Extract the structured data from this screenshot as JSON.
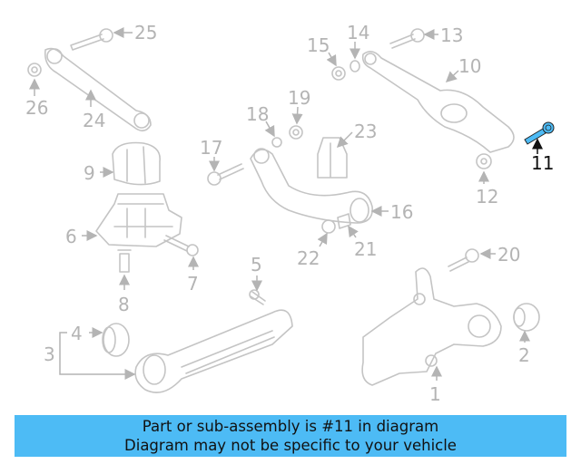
{
  "diagram": {
    "highlighted_part": "11",
    "highlight_color": "#4dbbf5",
    "callouts": [
      "1",
      "2",
      "3",
      "4",
      "5",
      "6",
      "7",
      "8",
      "9",
      "10",
      "11",
      "12",
      "13",
      "14",
      "15",
      "16",
      "17",
      "18",
      "19",
      "20",
      "21",
      "22",
      "23",
      "24",
      "25",
      "26"
    ]
  },
  "banner": {
    "line1": "Part or sub-assembly is #11 in diagram",
    "line2": "Diagram may not be specific to your vehicle",
    "background": "#4dbbf5"
  }
}
